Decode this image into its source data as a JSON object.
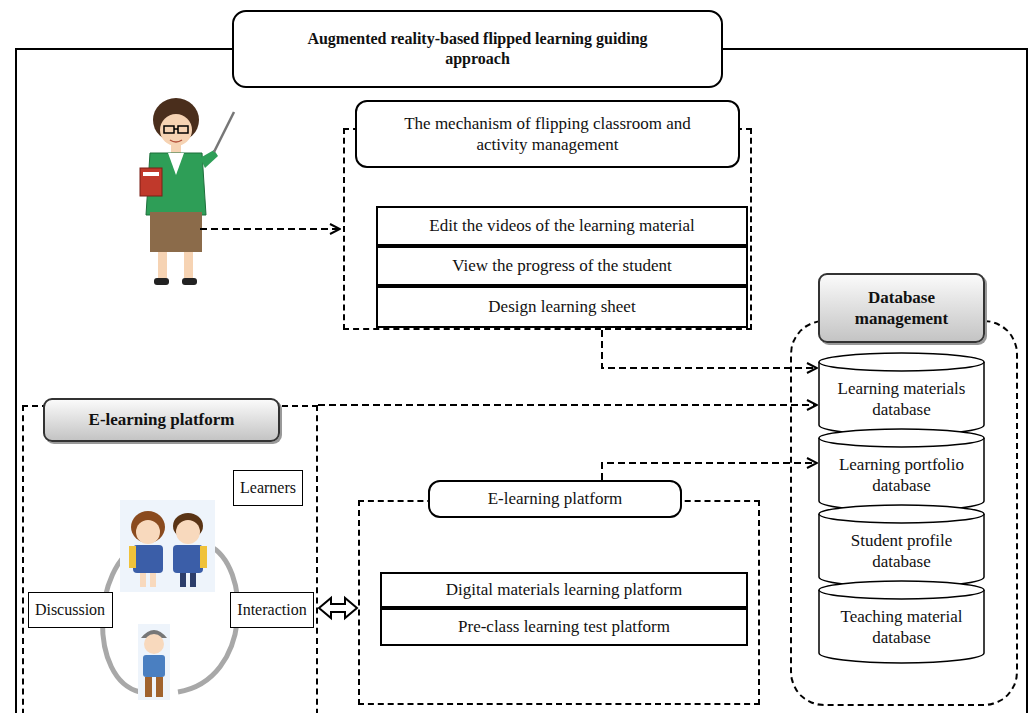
{
  "diagram": {
    "nodes": [
      {
        "text": [
          "Augmented reality-based flipped learning guiding approach"
        ]
      },
      {
        "text": [
          "The mechanism of flipping classroom and activity management"
        ],
        "in": 0
      },
      {
        "text": [
          "Edit the videos of the learning material"
        ],
        "in": 1
      },
      {
        "text": [
          "View the progress of the student"
        ],
        "in": 1
      },
      {
        "text": [
          "Design learning sheet"
        ],
        "in": 1
      },
      {
        "text": [
          "Database management"
        ],
        "in": 0
      },
      {
        "text": [
          "Learning materials database"
        ],
        "in": 5
      },
      {
        "text": [
          "Learning portfolio database"
        ],
        "in": 5
      },
      {
        "text": [
          "Student profile database"
        ],
        "in": 5
      },
      {
        "text": [
          "Teaching material database"
        ],
        "in": 5
      },
      {
        "text": [
          "E-learning platform"
        ],
        "in": 0
      },
      {
        "text": [
          "Learners"
        ],
        "in": 10
      },
      {
        "text": [
          "Discussion"
        ],
        "in": 10
      },
      {
        "text": [
          "Interaction"
        ],
        "in": 10
      },
      {
        "text": [
          "E-learning platform"
        ],
        "in": 0
      },
      {
        "text": [
          "Digital materials learning platform"
        ],
        "in": 14
      },
      {
        "text": [
          "Pre-class learning test platform"
        ],
        "in": 14
      }
    ],
    "edges": [
      {
        "from": 1,
        "to": 6,
        "arrow": "to"
      },
      {
        "from": 10,
        "to": 6,
        "arrow": "to"
      },
      {
        "from": 14,
        "to": 7,
        "arrow": "to"
      },
      {
        "from": 10,
        "to": 14,
        "arrow": "both"
      }
    ]
  }
}
